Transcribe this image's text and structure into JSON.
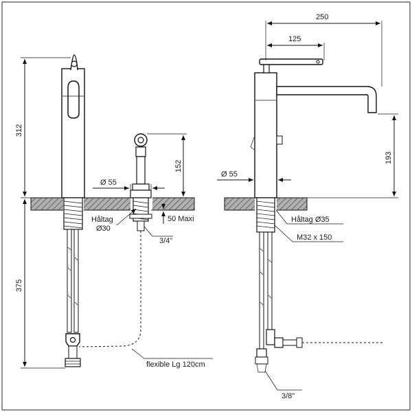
{
  "left_view": {
    "dim_312": "312",
    "dim_375": "375",
    "dim_152": "152",
    "dim_d55": "Ø 55",
    "dim_50maxi": "50 Maxi",
    "hole_label": "Håltag",
    "hole_dia": "Ø30",
    "thread_34": "3/4\"",
    "flexible": "flexible Lg 120cm"
  },
  "right_view": {
    "dim_250": "250",
    "dim_125": "125",
    "dim_193": "193",
    "dim_d55": "Ø 55",
    "hole_label": "Håltag Ø35",
    "thread_m32": "M32 x 150",
    "thread_38": "3/8\""
  },
  "icons": {
    "arrow": "arrow-head-icon",
    "hatch": "section-hatch-icon"
  }
}
